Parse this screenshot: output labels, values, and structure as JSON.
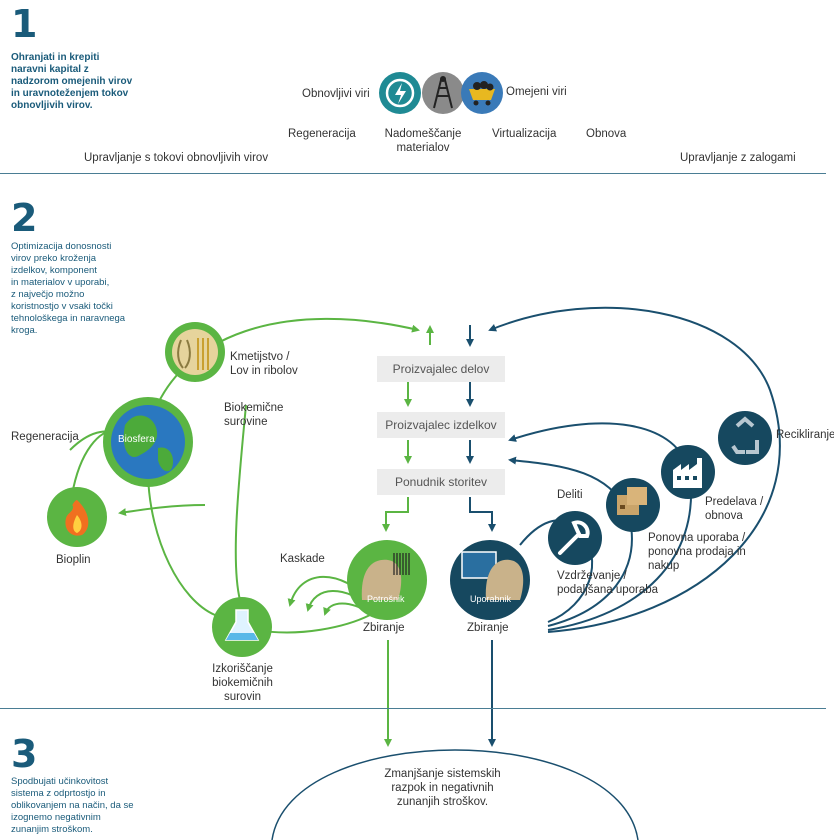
{
  "section1": {
    "number": "1",
    "objective": [
      "Ohranjati in krepiti",
      "naravni kapital z",
      "nadzorom omejenih virov",
      "in uravnoteženjem tokov",
      "obnovljivih virov."
    ],
    "renewable_label": "Obnovljivi viri",
    "limited_label": "Omejeni viri",
    "strategies": [
      "Regeneracija",
      "Nadomeščanje materialov",
      "Virtualizacija",
      "Obnova"
    ],
    "strategy_nadom_line1": "Nadomeščanje",
    "strategy_nadom_line2": "materialov",
    "left_management": "Upravljanje s tokovi obnovljivih virov",
    "right_management": "Upravljanje z zalogami",
    "colors": {
      "renewable_teal": "#1f8a94",
      "limited_gray": "#8a8a8a",
      "limited_blue": "#3a7ab8",
      "coin_yellow": "#e8b820"
    }
  },
  "section2": {
    "number": "2",
    "objective": [
      "Optimizacija donosnosti",
      "virov preko kroženja",
      "izdelkov, komponent",
      "in materialov v uporabi,",
      "z največjo možno",
      "koristnostjo v vsaki točki",
      "tehnološkega in naravnega",
      "kroga."
    ],
    "boxes": [
      "Proizvajalec delov",
      "Proizvajalec izdelkov",
      "Ponudnik storitev"
    ],
    "biological": {
      "farming_line1": "Kmetijstvo /",
      "farming_line2": "Lov in ribolov",
      "biochem_line1": "Biokemične",
      "biochem_line2": "surovine",
      "regeneration": "Regeneracija",
      "biosphere": "Biosfera",
      "biogas": "Bioplin",
      "cascades": "Kaskade",
      "extraction_line1": "Izkoriščanje",
      "extraction_line2": "biokemičnih",
      "extraction_line3": "surovin",
      "consumer": "Potrošnik",
      "collection": "Zbiranje"
    },
    "technical": {
      "user": "Uporabnik",
      "collection": "Zbiranje",
      "share": "Deliti",
      "maintain_line1": "Vzdrževanje /",
      "maintain_line2": "podaljšana uporaba",
      "reuse_line1": "Ponovna uporaba /",
      "reuse_line2": "ponovna prodaja in",
      "reuse_line3": "nakup",
      "refurbish_line1": "Predelava /",
      "refurbish_line2": "obnova",
      "recycle": "Recikliranje"
    },
    "colors": {
      "green": "#5bb543",
      "navy": "#1a4f6e",
      "dark_circle": "#16485f",
      "box_bg": "#ececec"
    }
  },
  "section3": {
    "number": "3",
    "objective": [
      "Spodbujati učinkovitost",
      "sistema z odprtostjo in",
      "oblikovanjem na način, da se",
      "izognemo negativnim",
      "zunanjim stroškom."
    ],
    "outcome_line1": "Zmanjšanje sistemskih",
    "outcome_line2": "razpok in negativnih",
    "outcome_line3": "zunanjih stroškov."
  }
}
